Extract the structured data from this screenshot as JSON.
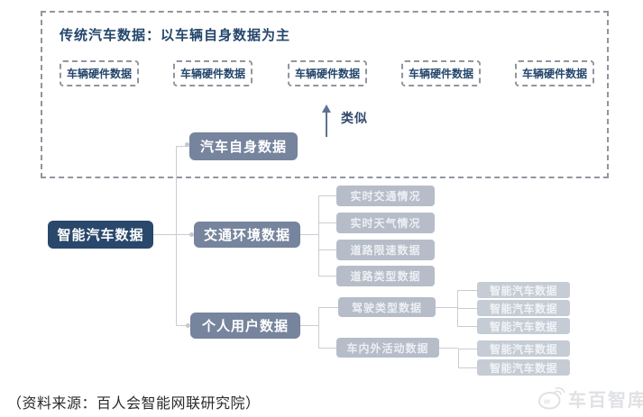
{
  "colors": {
    "dark_navy": "#29486b",
    "slate": "#76849d",
    "leaf_gray": "#b6bdc9",
    "leaf_light_gray": "#c6ccd5",
    "title_text": "#24466b",
    "connector": "#c9cdd3",
    "dashed_border": "#90969e",
    "arrow": "#5e7190",
    "watermark": "#dfe1e4"
  },
  "traditional_section": {
    "title": "传统汽车数据：以车辆自身数据为主",
    "hardware_boxes": [
      "车辆硬件数据",
      "车辆硬件数据",
      "车辆硬件数据",
      "车辆硬件数据",
      "车辆硬件数据"
    ],
    "similar_label": "类似",
    "vehicle_own_data": "汽车自身数据"
  },
  "smart_section": {
    "root": "智能汽车数据",
    "branches": [
      {
        "label": "交通环境数据",
        "children": [
          "实时交通情况",
          "实时天气情况",
          "道路限速数据",
          "道路类型数据"
        ]
      },
      {
        "label": "个人用户数据",
        "children": [
          {
            "label": "驾驶类型数据",
            "children": [
              "智能汽车数据",
              "智能汽车数据",
              "智能汽车数据"
            ]
          },
          {
            "label": "车内外活动数据",
            "children": [
              "智能汽车数据",
              "智能汽车数据"
            ]
          }
        ]
      }
    ]
  },
  "footer": {
    "source": "（资料来源：百人会智能网联研究院）",
    "watermark": "车百智库"
  }
}
